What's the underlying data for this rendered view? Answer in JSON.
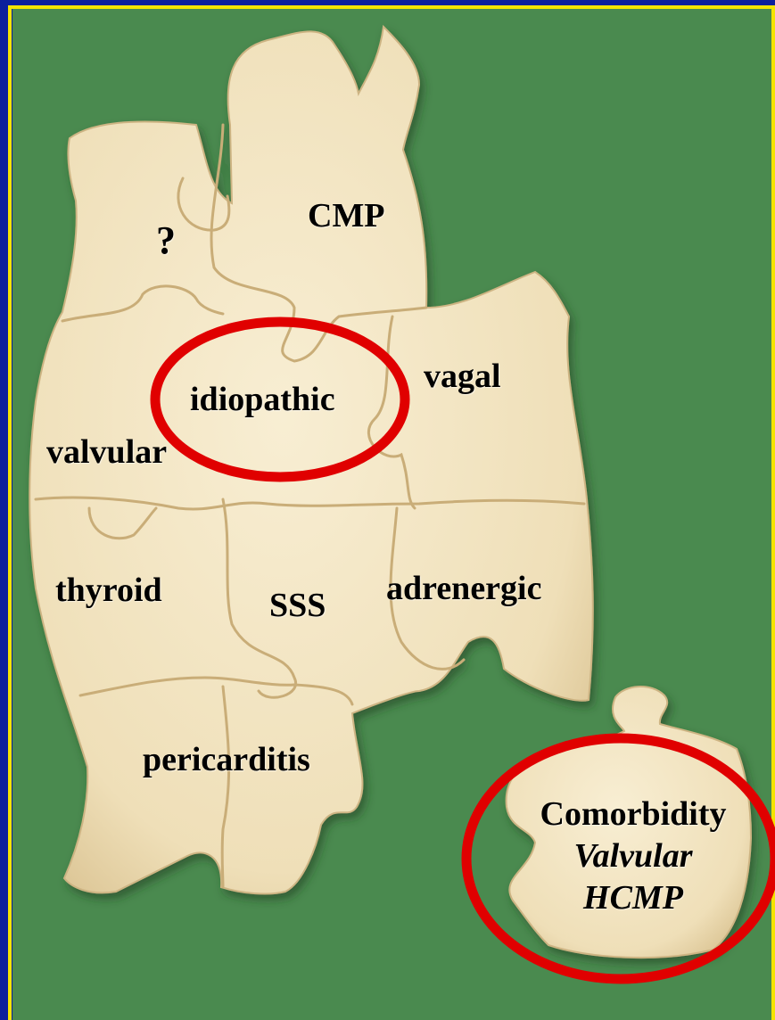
{
  "slide": {
    "colors": {
      "background_green": "#4a8a4f",
      "outer_border_blue": "#0b1f9c",
      "frame_yellow": "#f4e400",
      "puzzle_cream": "#f1e4c2",
      "highlight_red": "#e00000"
    },
    "puzzle_labels": {
      "unknown": "?",
      "cmp": "CMP",
      "idiopathic": "idiopathic",
      "vagal": "vagal",
      "valvular": "valvular",
      "thyroid": "thyroid",
      "sss": "SSS",
      "adrenergic": "adrenergic",
      "pericarditis": "pericarditis"
    },
    "separate_piece": {
      "title": "Comorbidity",
      "line1": "Valvular",
      "line2": "HCMP"
    },
    "highlighted": [
      "idiopathic",
      "Comorbidity"
    ]
  }
}
